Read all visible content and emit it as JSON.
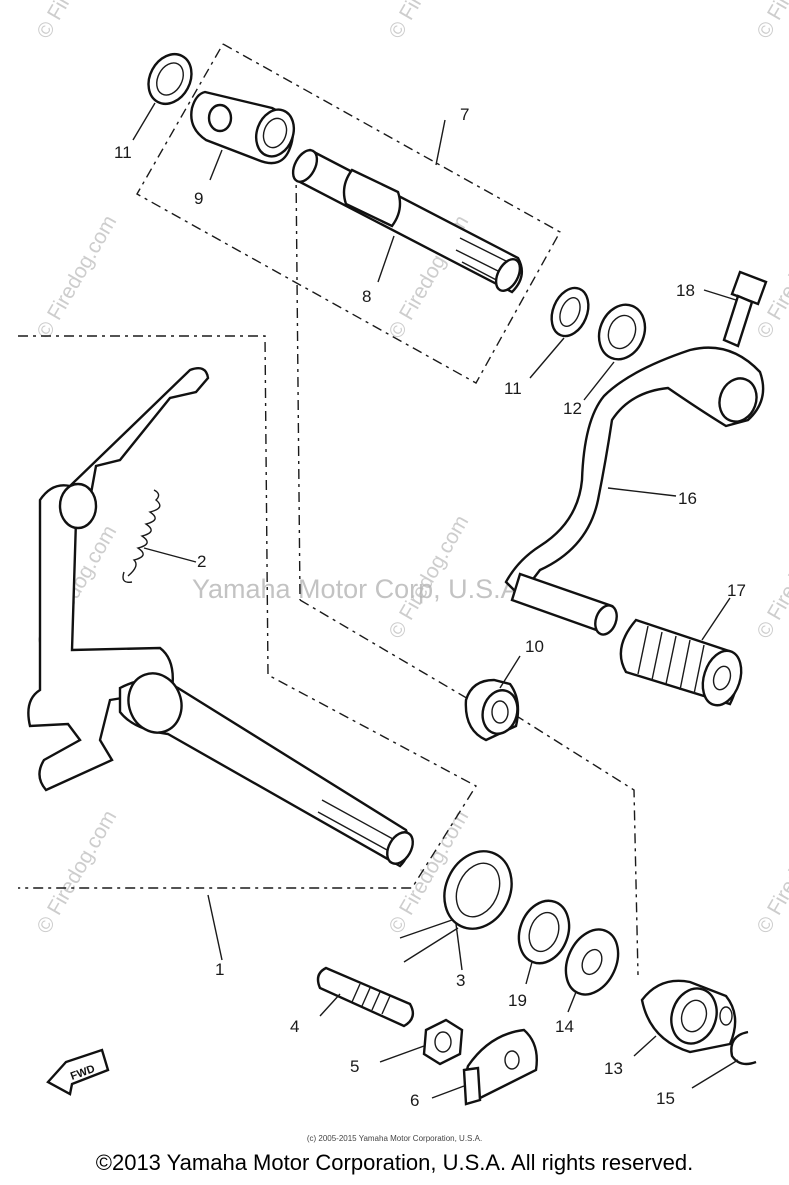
{
  "watermark": {
    "site": "© Firedog.com",
    "center": "Yamaha Motor Corp, U.S.A."
  },
  "direction_label": "FWD",
  "callouts": {
    "p1": "1",
    "p2": "2",
    "p3": "3",
    "p4": "4",
    "p5": "5",
    "p6": "6",
    "p7": "7",
    "p8": "8",
    "p9": "9",
    "p10": "10",
    "p11a": "11",
    "p11b": "11",
    "p12": "12",
    "p13": "13",
    "p14": "14",
    "p15": "15",
    "p16": "16",
    "p17": "17",
    "p18": "18",
    "p19": "19"
  },
  "credit_small": "(c) 2005-2015 Yamaha Motor Corporation, U.S.A.",
  "footer": "©2013 Yamaha Motor Corporation, U.S.A. All rights reserved."
}
